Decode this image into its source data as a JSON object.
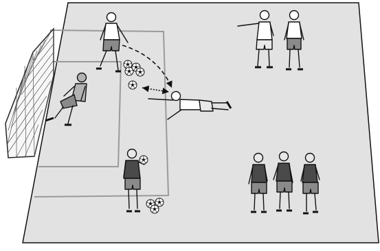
{
  "scene": {
    "title": "",
    "pitch_color": "#e2e2e2",
    "pitch_line_color": "#9a9a9a",
    "border_color": "#111111",
    "light_kit_color": "#ffffff",
    "dark_kit_color": "#4a4a4a",
    "shorts_mid_color": "#8a8a8a",
    "goalkeeper_color": "#b3b3b3",
    "player_groups": [
      {
        "role": "server",
        "kit": "white",
        "count": 1
      },
      {
        "role": "diving-goalkeeper",
        "kit": "white",
        "count": 1
      },
      {
        "role": "crouching-goalkeeper",
        "kit": "grey",
        "count": 1
      },
      {
        "role": "waiting-light-players",
        "kit": "white",
        "count": 2
      },
      {
        "role": "ball-holder",
        "kit": "dark",
        "count": 1
      },
      {
        "role": "waiting-dark-players",
        "kit": "dark",
        "count": 3
      }
    ],
    "ball_piles": [
      {
        "name": "ball-pile-top",
        "count": 4
      },
      {
        "name": "ball-single",
        "count": 1
      },
      {
        "name": "ball-pile-bottom",
        "count": 3
      },
      {
        "name": "ball-held",
        "count": 1
      }
    ],
    "icons": [
      "soccer-ball-icon",
      "goal-net-icon",
      "arrow-icon"
    ]
  }
}
